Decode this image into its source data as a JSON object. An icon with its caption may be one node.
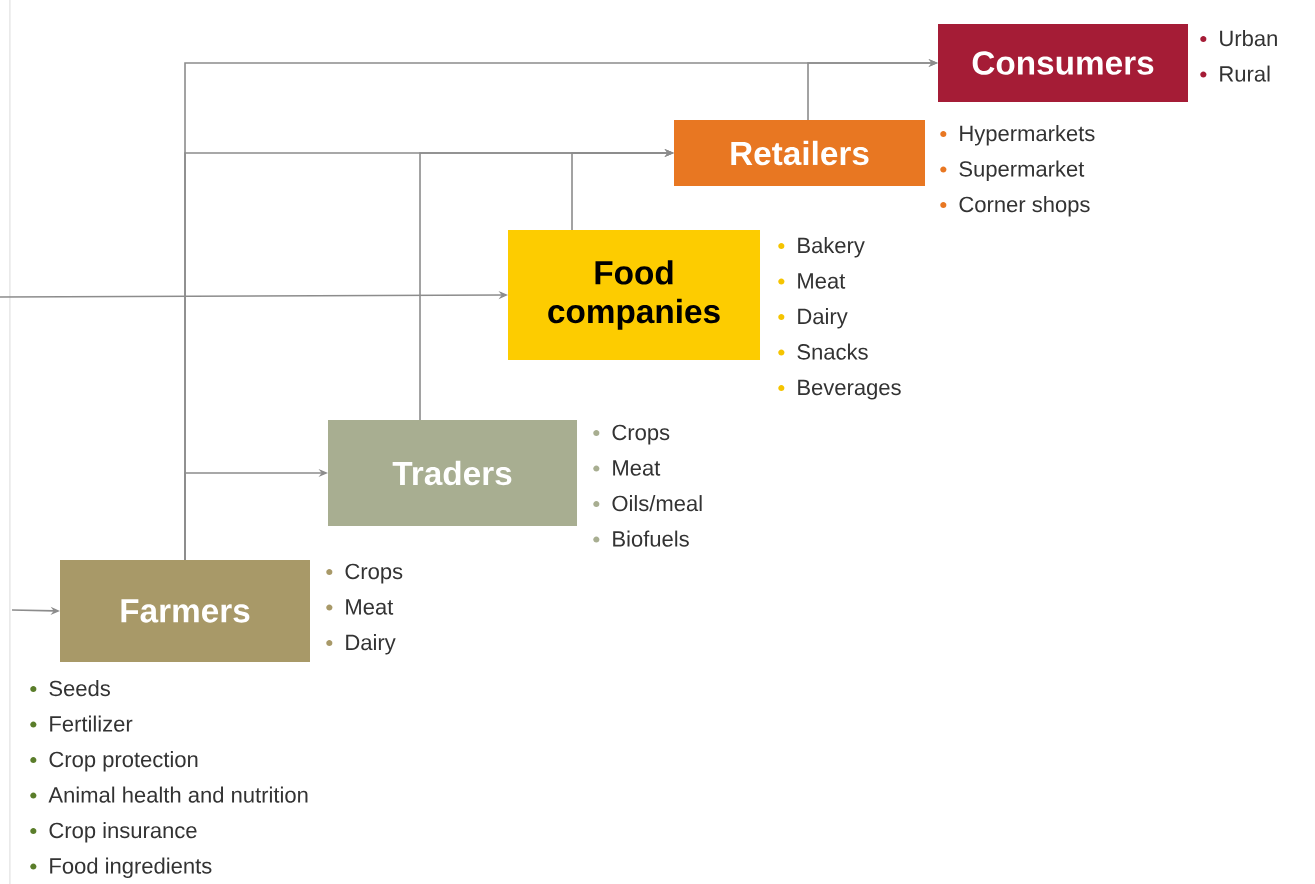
{
  "diagram": {
    "nodes": [
      {
        "text": [
          "Consumers"
        ],
        "beside": [
          "Urban",
          "Rural"
        ]
      },
      {
        "text": [
          "Retailers"
        ],
        "beside": [
          "Hypermarkets",
          "Supermarket",
          "Corner shops"
        ]
      },
      {
        "text": [
          "Food companies"
        ],
        "beside": [
          "Bakery",
          "Meat",
          "Dairy",
          "Snacks",
          "Beverages"
        ]
      },
      {
        "text": [
          "Traders"
        ],
        "beside": [
          "Crops",
          "Meat",
          "Oils/meal",
          "Biofuels"
        ]
      },
      {
        "text": [
          "Farmers"
        ],
        "beside": [
          "Crops",
          "Meat",
          "Dairy"
        ]
      }
    ],
    "edges": [
      {
        "from": null,
        "to": 4,
        "arrow": "to"
      },
      {
        "from": 4,
        "to": 3,
        "arrow": "to"
      },
      {
        "from": 4,
        "to": 1,
        "arrow": "to"
      },
      {
        "from": 4,
        "to": 0,
        "arrow": "to"
      },
      {
        "from": null,
        "to": 2,
        "arrow": "to"
      },
      {
        "from": 3,
        "to": 1,
        "arrow": "to"
      },
      {
        "from": 2,
        "to": 1,
        "arrow": "to"
      },
      {
        "from": 1,
        "to": 0,
        "arrow": "to"
      }
    ],
    "labels": [
      "Seeds",
      "Fertilizer",
      "Crop protection",
      "Animal health and nutrition",
      "Crop insurance",
      "Food ingredients"
    ]
  }
}
